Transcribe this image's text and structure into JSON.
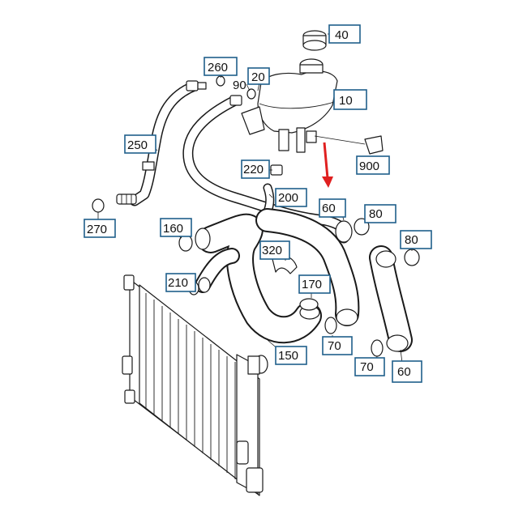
{
  "callouts": {
    "c40": "40",
    "c260": "260",
    "c90": "90",
    "c20": "20",
    "c10": "10",
    "c250": "250",
    "c900": "900",
    "c220": "220",
    "c200": "200",
    "c60_top": "60",
    "c80_a": "80",
    "c270": "270",
    "c160": "160",
    "c320": "320",
    "c80_b": "80",
    "c210": "210",
    "c170": "170",
    "c70_a": "70",
    "c150": "150",
    "c70_b": "70",
    "c60_bottom": "60"
  },
  "colors": {
    "callout_border": "#1f5f8b",
    "arrow": "#e02020",
    "line": "#1a1a1a"
  }
}
